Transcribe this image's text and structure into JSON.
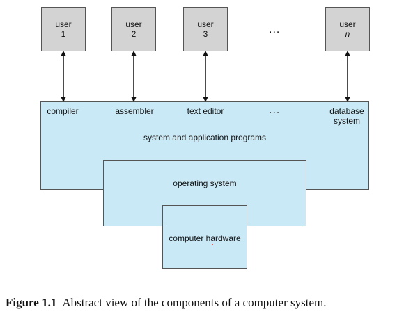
{
  "users": [
    {
      "word": "user",
      "num": "1",
      "italic": false
    },
    {
      "word": "user",
      "num": "2",
      "italic": false
    },
    {
      "word": "user",
      "num": "3",
      "italic": false
    },
    {
      "word": "user",
      "num": "n",
      "italic": true
    }
  ],
  "ellipsis": "...",
  "programs": {
    "compiler": "compiler",
    "assembler": "assembler",
    "text_editor": "text editor",
    "database_line1": "database",
    "database_line2": "system"
  },
  "layers": {
    "system_programs": "system and application programs",
    "operating_system": "operating system",
    "computer_hardware": "computer hardware"
  },
  "caption": {
    "figure_number": "Figure 1.1",
    "text": "Abstract view of the components of a computer system."
  },
  "colors": {
    "user_box": "#d3d3d3",
    "layer_fill": "#c9e9f6",
    "stroke": "#555555"
  }
}
